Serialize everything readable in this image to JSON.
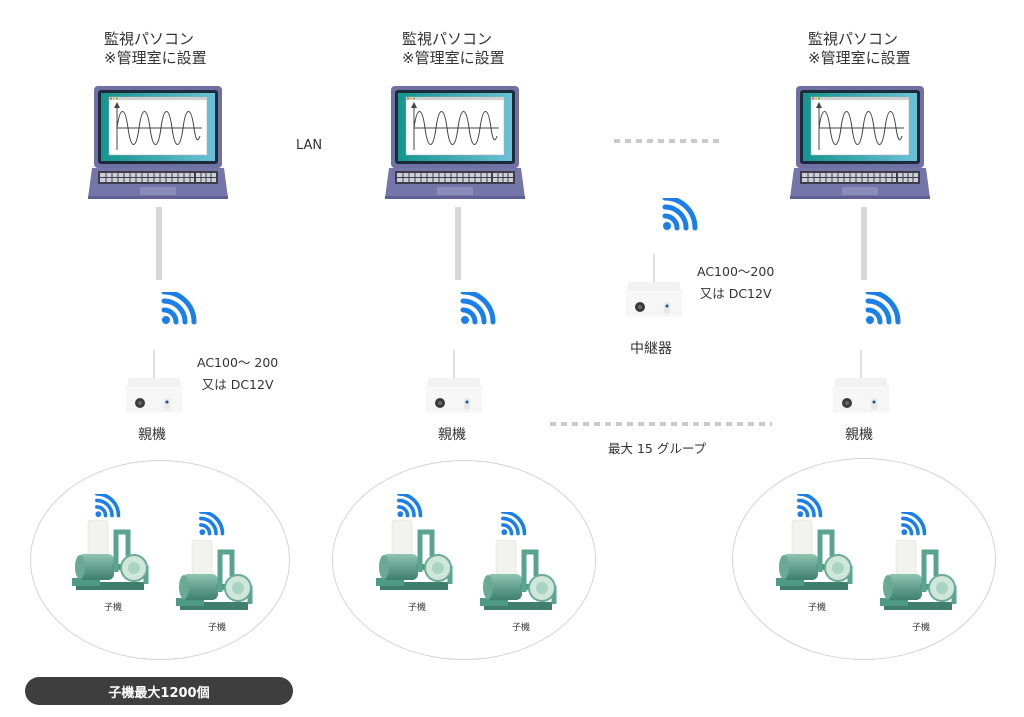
{
  "stations": [
    {
      "title_line1": "監視パソコン",
      "title_line2": "※管理室に設置",
      "parent_label": "親機"
    },
    {
      "title_line1": "監視パソコン",
      "title_line2": "※管理室に設置",
      "parent_label": "親機"
    },
    {
      "title_line1": "監視パソコン",
      "title_line2": "※管理室に設置",
      "parent_label": "親機"
    }
  ],
  "lan_label": "LAN",
  "power_left": {
    "line1": "AC100〜 200",
    "line2": "又は DC12V"
  },
  "repeater": {
    "label": "中継器",
    "power_line1": "AC100〜200",
    "power_line2": "又は DC12V"
  },
  "group_label": "最大 15 グループ",
  "child_label": "子機",
  "child_max_badge": "子機最大1200個",
  "colors": {
    "wifi": "#1a7fe8",
    "laptop_body": "#6f70a4",
    "screen_frame": "#1aa39a",
    "pump": "#4f9a86",
    "badge_bg": "#3e3e3e"
  }
}
